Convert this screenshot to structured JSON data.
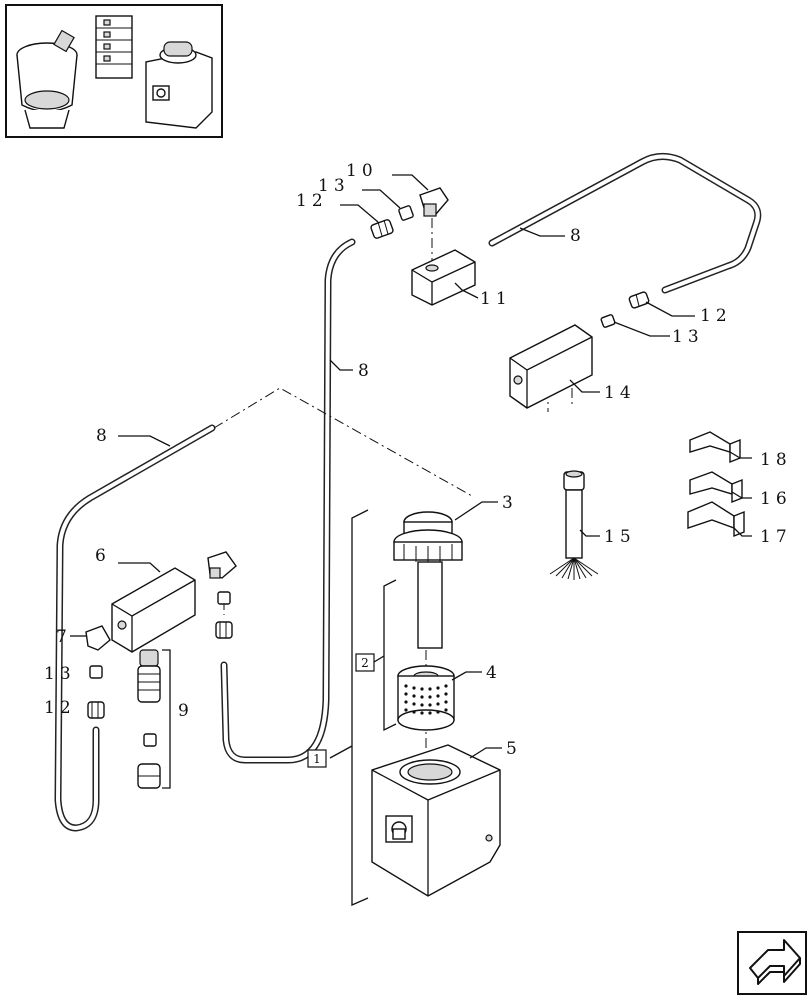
{
  "callouts": {
    "c1": "1",
    "c2": "2",
    "c3": "3",
    "c4": "4",
    "c5": "5",
    "c6": "6",
    "c7": "7",
    "c8a": "8",
    "c8b": "8",
    "c8c": "8",
    "c9": "9",
    "c10": "10",
    "c11": "11",
    "c12a": "12",
    "c12b": "12",
    "c12c": "12",
    "c13a": "13",
    "c13b": "13",
    "c13c": "13",
    "c14": "14",
    "c15": "15",
    "c16": "16",
    "c17": "17",
    "c18": "18"
  },
  "group_boxes": {
    "g1": "1",
    "g2": "2"
  },
  "icons": {
    "thumbnail": "assembly-overview-icon",
    "corner": "next-page-arrow-icon"
  },
  "colors": {
    "line": "#111111",
    "background": "#ffffff",
    "shade": "#d8d8d8"
  }
}
